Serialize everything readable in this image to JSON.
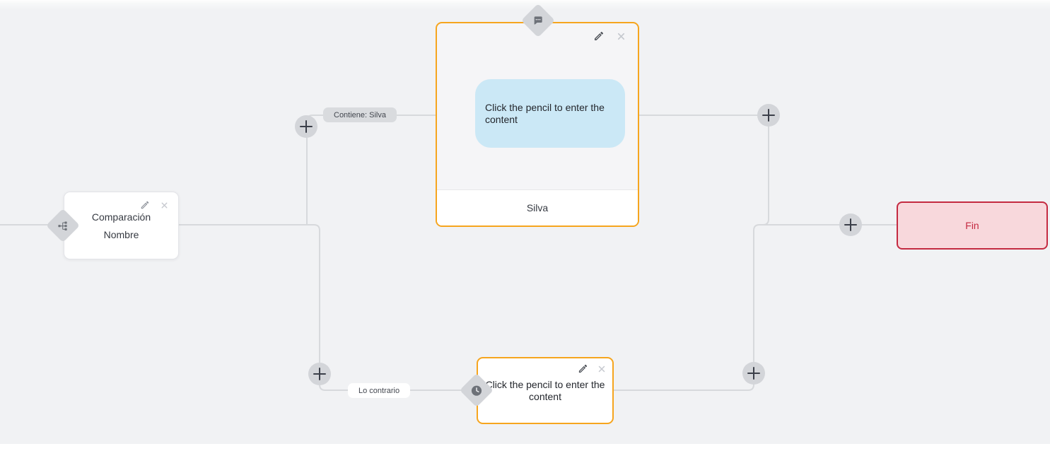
{
  "colors": {
    "canvas_bg": "#f1f2f4",
    "edge": "#d7d9dc",
    "accent_orange": "#f6a51e",
    "node_border": "#e3e4e8",
    "message_bg": "#f5f5f7",
    "bubble_blue": "#cbe8f6",
    "end_bg": "#f8d8dc",
    "end_accent": "#c42a41",
    "pill_gray": "#d9dbde",
    "handle_gray": "#d3d5d9",
    "icon_gray": "#6d7178",
    "text_dark": "#363a42"
  },
  "nodes": {
    "comparison": {
      "line1": "Comparación",
      "line2": "Nombre",
      "type_icon": "branch-icon"
    },
    "message": {
      "bubble_text": "Click the pencil to enter the content",
      "footer_label": "Silva",
      "type_icon": "chat-bubble-icon"
    },
    "delay": {
      "text": "Click the pencil to enter the content",
      "type_icon": "clock-icon"
    },
    "end": {
      "label": "Fin"
    }
  },
  "edge_labels": {
    "true_branch": "Contiene: Silva",
    "false_branch": "Lo contrario"
  }
}
